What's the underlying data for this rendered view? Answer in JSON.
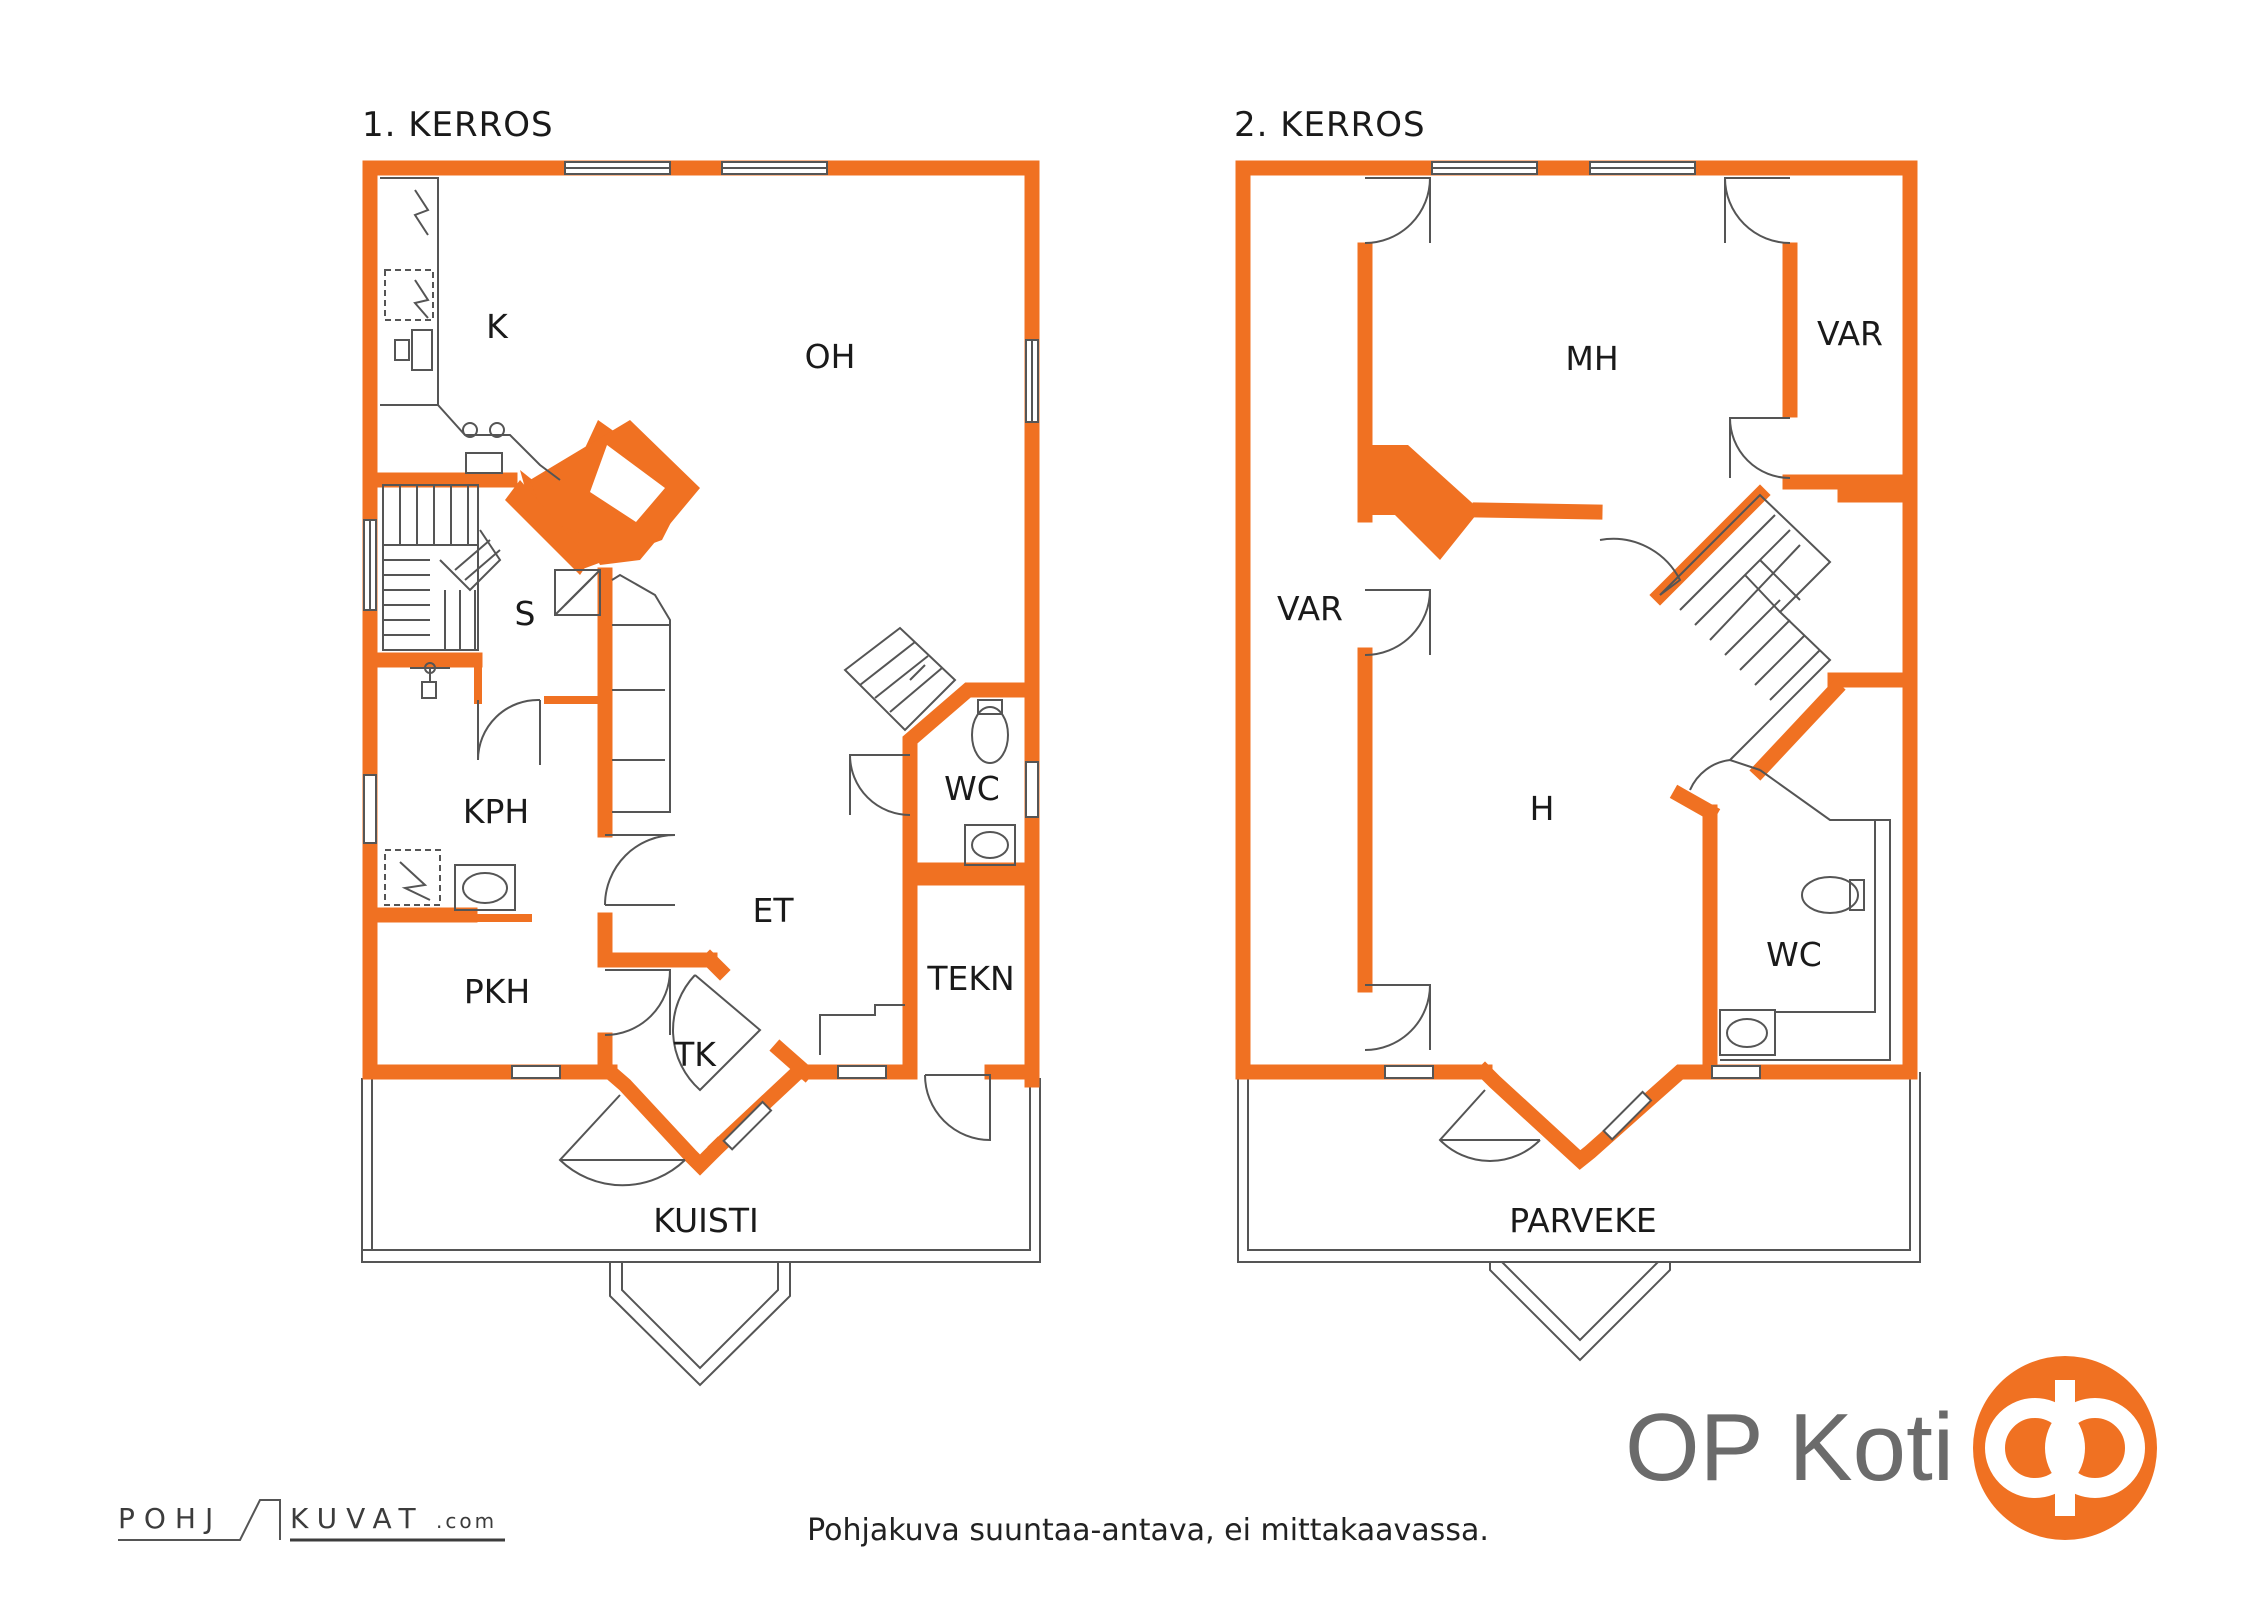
{
  "floor1": {
    "heading": "1. KERROS",
    "rooms": {
      "k": "K",
      "oh": "OH",
      "s": "S",
      "kph": "KPH",
      "wc": "WC",
      "et": "ET",
      "tekn": "TEKN",
      "pkh": "PKH",
      "tk": "TK",
      "kuisti": "KUISTI"
    }
  },
  "floor2": {
    "heading": "2. KERROS",
    "rooms": {
      "mh": "MH",
      "var_right": "VAR",
      "var_left": "VAR",
      "h": "H",
      "wc": "WC",
      "parveke": "PARVEKE"
    }
  },
  "footer": {
    "note": "Pohjakuva suuntaa-antava, ei mittakaavassa.",
    "brand": "OP Koti",
    "credit_left": "POHJ",
    "credit_right": "KUVAT",
    "credit_suffix": ".com"
  },
  "colors": {
    "wall": "#f07122",
    "line": "#555555",
    "text": "#1a1a1a",
    "brand_text": "#6b6b6b"
  }
}
